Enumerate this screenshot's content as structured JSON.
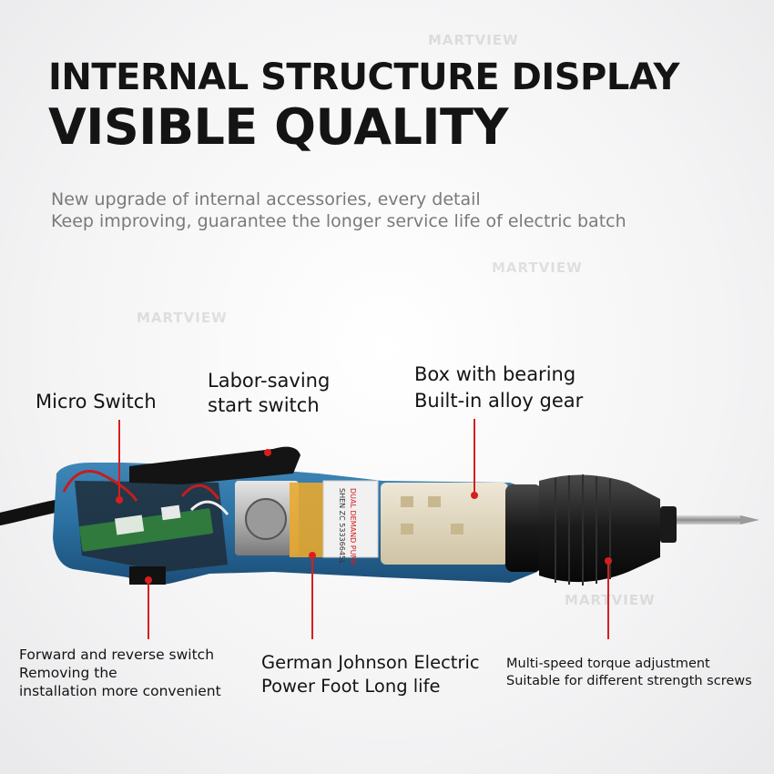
{
  "heading": {
    "line1": "INTERNAL STRUCTURE DISPLAY",
    "line2": "VISIBLE QUALITY"
  },
  "subtitle": {
    "line1": "New upgrade of internal accessories, every detail",
    "line2": "Keep improving, guarantee the longer service life of electric batch"
  },
  "callouts": {
    "micro_switch": "Micro Switch",
    "start_switch": {
      "line1": "Labor-saving",
      "line2": "start switch"
    },
    "gearbox": {
      "line1": "Box with bearing",
      "line2": "Built-in alloy gear"
    },
    "reverse_switch": {
      "line1": "Forward and reverse switch",
      "line2": "Removing the",
      "line3": "installation more convenient"
    },
    "motor": {
      "line1": "German Johnson Electric",
      "line2": "Power Foot Long life"
    },
    "torque": {
      "line1": "Multi-speed torque adjustment",
      "line2": "Suitable for different strength screws"
    }
  },
  "motor_label": {
    "line1": "DUAL DEMAND PUMP",
    "line2": "SHEN ZC 53336645L"
  },
  "watermark": "MARTVIEW",
  "colors": {
    "accent": "#d81e1e",
    "body_blue": "#2a6fa0",
    "text": "#141414",
    "subtitle": "#7a7a7a"
  }
}
